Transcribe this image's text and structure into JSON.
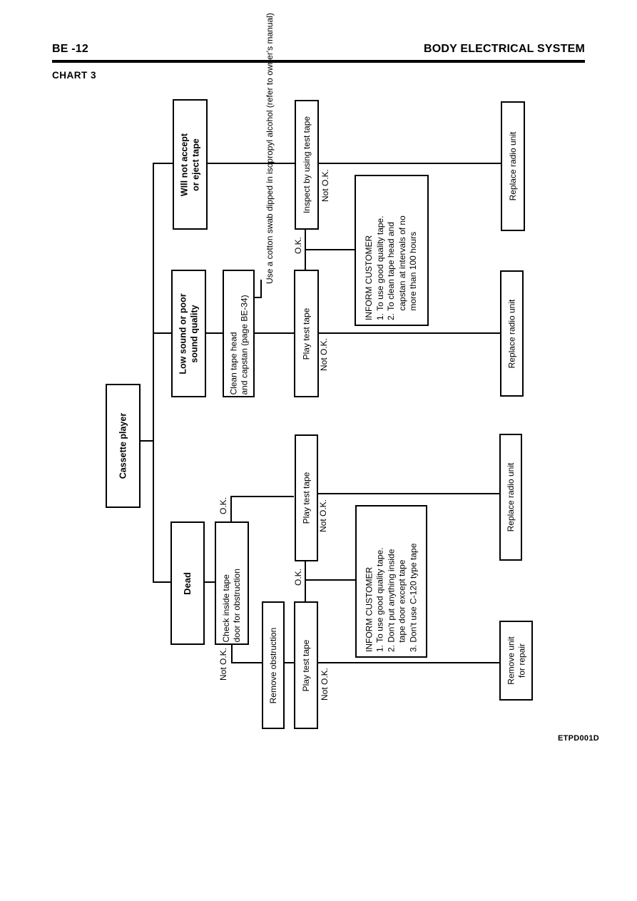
{
  "header": {
    "page_code": "BE -12",
    "section_title": "BODY ELECTRICAL SYSTEM",
    "chart_label": "CHART 3"
  },
  "footer": {
    "doc_code": "ETPD001D"
  },
  "flowchart": {
    "root": {
      "label": "Cassette player"
    },
    "symptoms": {
      "will_not_accept": {
        "label": "WIll not accept\nor eject tape"
      },
      "low_sound": {
        "label": "Low sound or poor\nsound quality"
      },
      "dead": {
        "label": "Dead"
      }
    },
    "actions": {
      "inspect": {
        "label": "Inspect by using test tape"
      },
      "swab_note": {
        "label": "Use a cotton swab dipped\nin isopropyl alcohol (refer\nto owner's manual)"
      },
      "clean_tape_head": {
        "label": "Clean tape head\nand capstan (page BE-34)"
      },
      "play_test_tape_top": {
        "label": "Play test tape"
      },
      "play_test_tape_mid": {
        "label": "Play test tape"
      },
      "play_test_tape_bottom": {
        "label": "Play test tape"
      },
      "check_inside": {
        "label": "Check inside tape\ndoor for obstruction"
      },
      "remove_obstruction": {
        "label": "Remove obstruction"
      },
      "inform_customer_top": {
        "label": "INFORM CUSTOMER\n1. To use good quality tape.\n2. To clean tape head and\n    capstan at intervals of no\n    more than 100 hours"
      },
      "inform_customer_bottom": {
        "label": "INFORM CUSTOMER\n1. To use good quality tape.\n2. Don't put anything inside\n    tape door except tape\n3. Don't use C-120 type tape"
      },
      "replace_radio_top": {
        "label": "Replace radio unit"
      },
      "replace_radio_mid": {
        "label": "Replace radio unit"
      },
      "replace_radio_bottom": {
        "label": "Replace radio unit"
      },
      "remove_unit": {
        "label": "Remove unit\nfor repair"
      }
    },
    "branch_labels": {
      "not_ok_inspect": "Not O.K.",
      "ok_inspect": "O.K.",
      "not_ok_play_top": "Not O.K.",
      "ok_check": "O.K.",
      "not_ok_play_mid": "Not O.K.",
      "ok_play_mid": "O.K.",
      "not_ok_check": "Not O.K.",
      "not_ok_play_bottom": "Not O.K."
    }
  }
}
